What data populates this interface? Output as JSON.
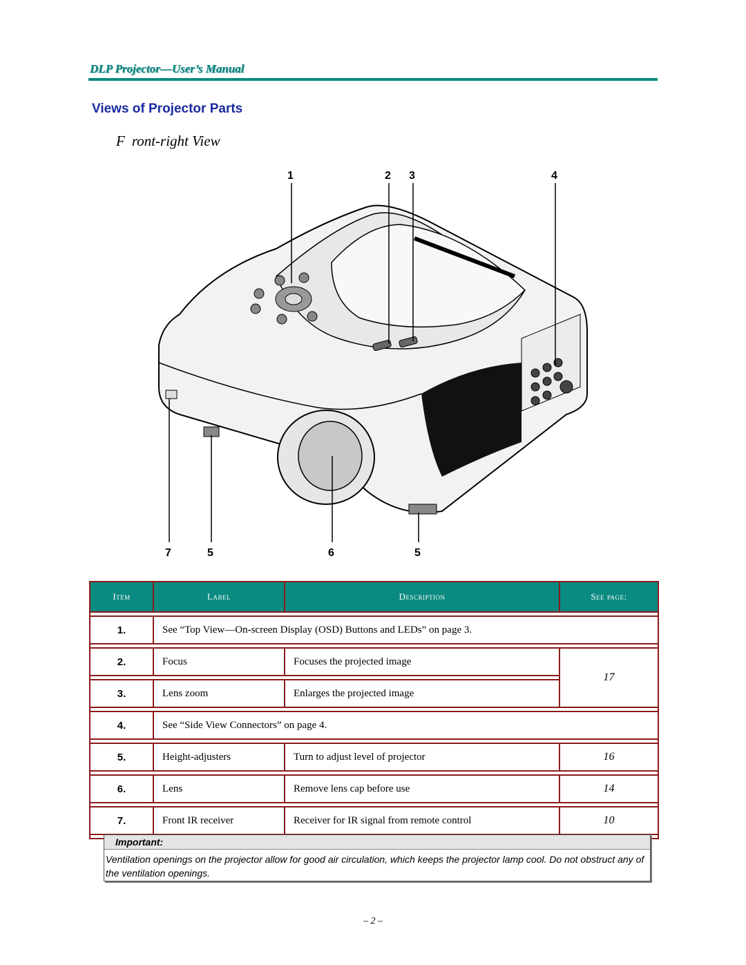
{
  "header": {
    "manual_title": "DLP Projector—User’s Manual"
  },
  "section_title": "Views of Projector Parts",
  "subsection_title": {
    "part1": "F",
    "part2": "ront-right View"
  },
  "figure": {
    "callouts_top": [
      "1",
      "2",
      "3",
      "4"
    ],
    "callouts_bottom": [
      "7",
      "5",
      "6",
      "5"
    ]
  },
  "table": {
    "headers": {
      "item": "Item",
      "label": "Label",
      "description": "Description",
      "see_page": "See page:"
    },
    "rows": [
      {
        "item": "1.",
        "text": "See “Top View—On-screen Display (OSD) Buttons and LEDs” on page 3."
      },
      {
        "item": "2.",
        "label": "Focus",
        "description": "Focuses the projected image"
      },
      {
        "item": "3.",
        "label": "Lens zoom",
        "description": "Enlarges the projected image"
      },
      {
        "item": "4.",
        "text": "See “Side View Connectors” on page 4."
      },
      {
        "item": "5.",
        "label": "Height-adjusters",
        "description": "Turn to adjust level of projector",
        "page": "16"
      },
      {
        "item": "6.",
        "label": "Lens",
        "description": "Remove lens cap before use",
        "page": "14"
      },
      {
        "item": "7.",
        "label": "Front IR receiver",
        "description": "Receiver for IR signal from remote control",
        "page": "10"
      }
    ],
    "merged_page_2_3": "17"
  },
  "important": {
    "title": "Important:",
    "text": "Ventilation openings on the projector allow for good air circulation, which keeps the projector lamp cool. Do not obstruct any of the ventilation openings."
  },
  "page_number": "– 2 –"
}
